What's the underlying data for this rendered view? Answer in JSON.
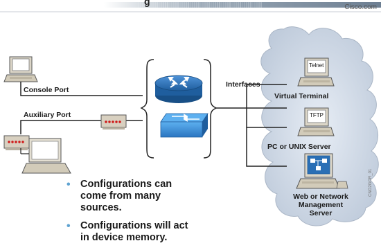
{
  "header": {
    "brand": "Cisco.com",
    "title_fragment": "g"
  },
  "diagram": {
    "left_labels": {
      "console_port": "Console Port",
      "auxiliary_port": "Auxiliary Port"
    },
    "interfaces_label": "Interfaces",
    "servers": {
      "virtual_terminal": {
        "screen": "Telnet",
        "label": "Virtual Terminal"
      },
      "pc_unix": {
        "screen": "TFTP",
        "label": "PC or UNIX Server"
      },
      "network_mgmt": {
        "label_line1": "Web or Network",
        "label_line2": "Management",
        "label_line3": "Server"
      }
    },
    "stamp": "CNO2GOR_01"
  },
  "bullets": [
    "Configurations can come from many sources.",
    "Configurations will act in device memory."
  ],
  "colors": {
    "bullet": "#5fa3d1",
    "cloud": "#cdd8e6",
    "router": "#2a6fb5",
    "switch": "#3a8fd8",
    "modem": "#d8d0c0",
    "modem_leds": "#d01818"
  }
}
